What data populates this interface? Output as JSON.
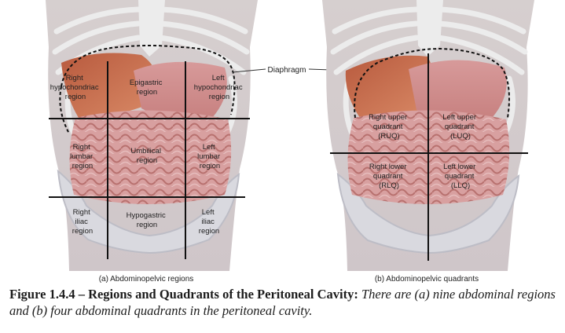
{
  "figure_a": {
    "subcaption": "(a) Abdominopelvic regions",
    "regions": [
      {
        "id": "right-hypochondriac",
        "lines": [
          "Right",
          "hypochondriac",
          "region"
        ]
      },
      {
        "id": "epigastric",
        "lines": [
          "Epigastric",
          "region"
        ]
      },
      {
        "id": "left-hypochondriac",
        "lines": [
          "Left",
          "hypochondriac",
          "region"
        ]
      },
      {
        "id": "right-lumbar",
        "lines": [
          "Right",
          "lumbar",
          "region"
        ]
      },
      {
        "id": "umbilical",
        "lines": [
          "Umbilical",
          "region"
        ]
      },
      {
        "id": "left-lumbar",
        "lines": [
          "Left",
          "lumbar",
          "region"
        ]
      },
      {
        "id": "right-iliac",
        "lines": [
          "Right",
          "iliac",
          "region"
        ]
      },
      {
        "id": "hypogastric",
        "lines": [
          "Hypogastric",
          "region"
        ]
      },
      {
        "id": "left-iliac",
        "lines": [
          "Left",
          "iliac",
          "region"
        ]
      }
    ]
  },
  "figure_b": {
    "subcaption": "(b) Abdominopelvic quadrants",
    "quadrants": [
      {
        "id": "ruq",
        "lines": [
          "Right upper",
          "quadrant",
          "(RUQ)"
        ]
      },
      {
        "id": "luq",
        "lines": [
          "Left upper",
          "quadrant",
          "(LUQ)"
        ]
      },
      {
        "id": "rlq",
        "lines": [
          "Right lower",
          "quadrant",
          "(RLQ)"
        ]
      },
      {
        "id": "llq",
        "lines": [
          "Left lower",
          "quadrant",
          "(LLQ)"
        ]
      }
    ]
  },
  "diaphragm_label": "Diaphragm",
  "caption": {
    "title": "Figure 1.4.4 – Regions and Quadrants of the Peritoneal Cavity:",
    "text": "There are (a) nine abdominal regions and (b) four abdominal quadrants in the peritoneal cavity."
  }
}
